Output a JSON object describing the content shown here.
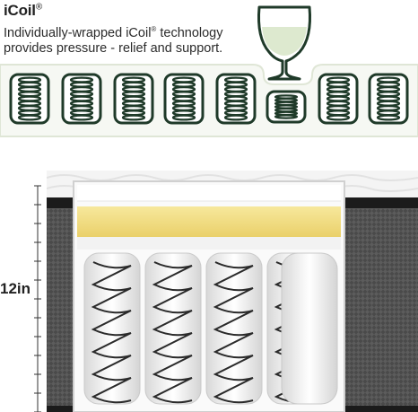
{
  "feature": {
    "title": "iCoil",
    "title_mark": "®",
    "desc_line1_a": "Individually-wrapped  iCoil",
    "desc_mark": "®",
    "desc_line1_b": " technology",
    "desc_line2": "provides pressure - relief and support."
  },
  "mattress": {
    "height_label": "12in"
  },
  "colors": {
    "accent_green": "#1f3a29",
    "panel_bg": "#f6f8f3",
    "panel_border": "#dfe6d6",
    "glass_wine": "#dde9cf",
    "foam_yellow": "#f1dc7a"
  },
  "icons": {
    "coil": "spring-coil-icon",
    "glass": "wine-glass-icon"
  }
}
